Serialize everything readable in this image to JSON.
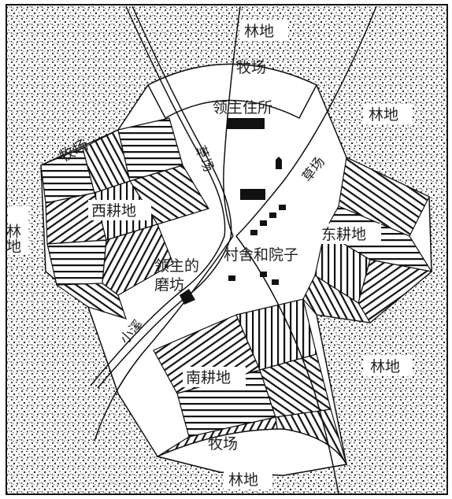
{
  "labels": {
    "forest_top": "林地",
    "forest_right": "林地",
    "forest_left": "林地",
    "forest_bottom_right": "林地",
    "forest_bottom": "林地",
    "pasture_top": "牧场",
    "pasture_left": "牧场",
    "pasture_bottom": "牧场",
    "manor": "领主住所",
    "meadow_left": "草场",
    "meadow_right": "草场",
    "west_field": "西耕地",
    "east_field": "东耕地",
    "south_field": "南耕地",
    "mill_line1": "领主的",
    "mill_line2": "磨坊",
    "village": "村舍和院子",
    "stream": "小溪"
  },
  "colors": {
    "ink": "#111111",
    "paper": "#ffffff",
    "forest_stipple": "#2a2a2a"
  }
}
